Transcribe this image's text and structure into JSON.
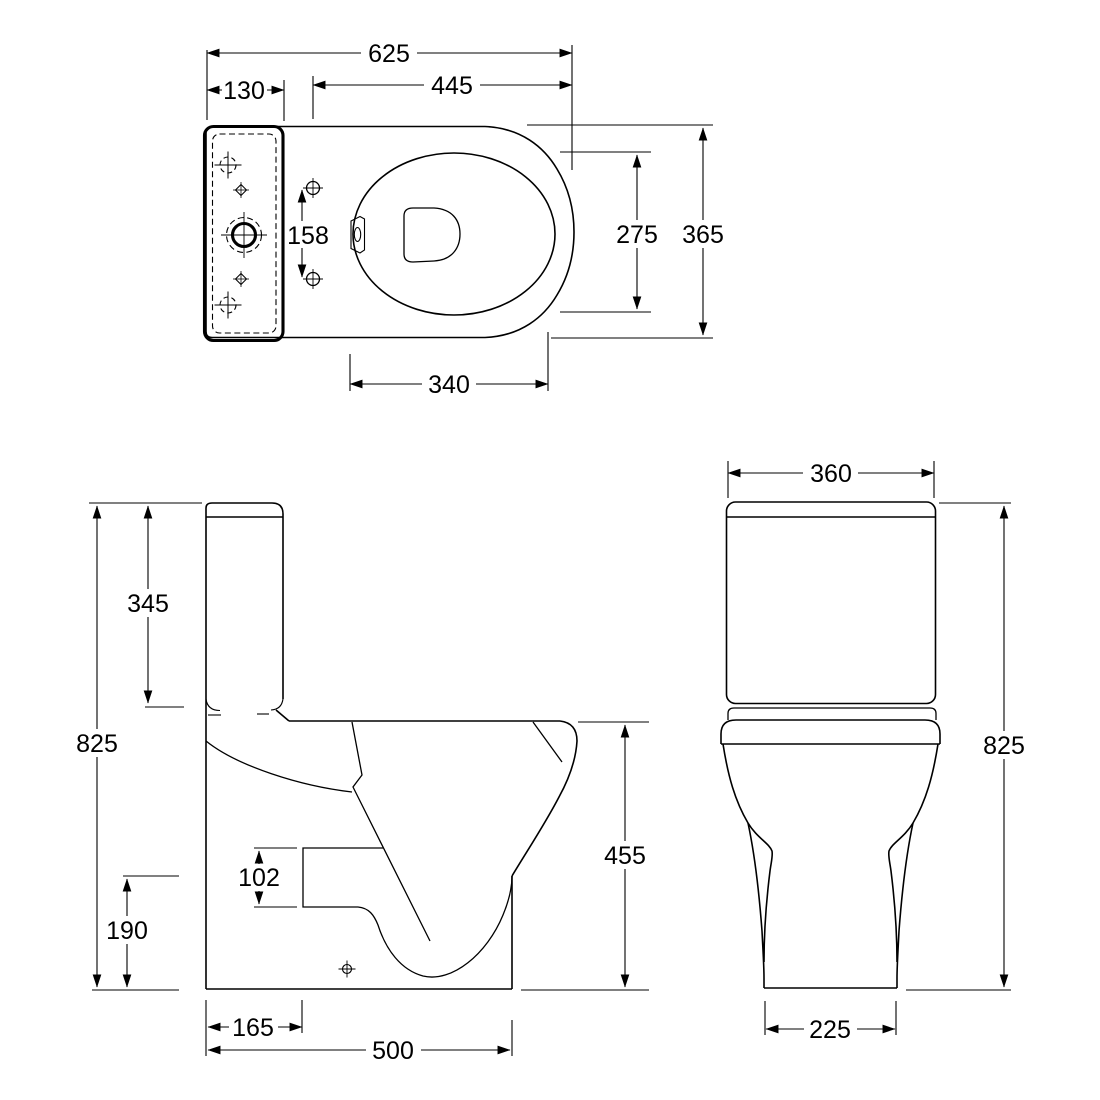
{
  "page": {
    "background": "#ffffff",
    "line_color": "#000000"
  },
  "views": {
    "top": {
      "dims": {
        "overall_depth": "625",
        "pan_depth": "445",
        "cistern_depth": "130",
        "fixing_centres": "158",
        "bowl_inner_width": "275",
        "overall_width": "365",
        "bowl_length": "340"
      }
    },
    "side": {
      "dims": {
        "cistern_height": "345",
        "overall_height": "825",
        "outlet_height": "190",
        "inlet_height": "102",
        "pan_height": "455",
        "outlet_setback": "165",
        "base_depth": "500"
      }
    },
    "front": {
      "dims": {
        "cistern_width": "360",
        "overall_height": "825",
        "base_width": "225"
      }
    }
  }
}
